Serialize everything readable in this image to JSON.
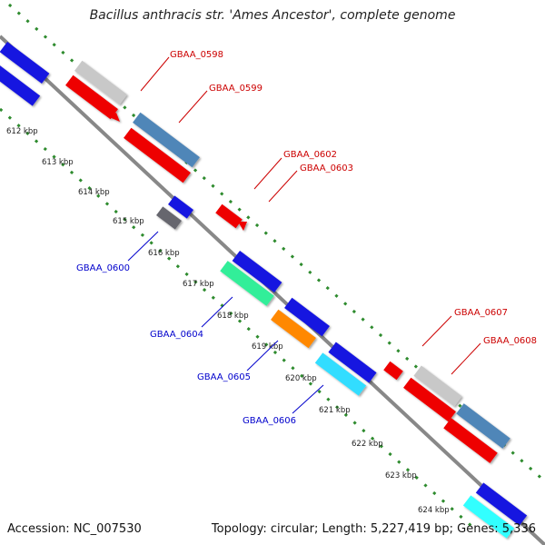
{
  "title": "Bacillus anthracis str. 'Ames Ancestor', complete genome",
  "footer": {
    "accession": "Accession: NC_007530",
    "summary": "Topology: circular; Length: 5,227,419 bp; Genes: 5,336"
  },
  "colors": {
    "backbone": "#888888",
    "tick_dots": "#2e8b2e",
    "label_red": "#cc0000",
    "label_blue": "#0000cc"
  },
  "kbp_labels": [
    "612 kbp",
    "613 kbp",
    "614 kbp",
    "615 kbp",
    "616 kbp",
    "617 kbp",
    "618 kbp",
    "619 kbp",
    "620 kbp",
    "621 kbp",
    "622 kbp",
    "623 kbp",
    "624 kbp"
  ],
  "labels_red": [
    "GBAA_0598",
    "GBAA_0599",
    "GBAA_0602",
    "GBAA_0603",
    "GBAA_0607",
    "GBAA_0608"
  ],
  "labels_blue": [
    "GBAA_0600",
    "GBAA_0604",
    "GBAA_0605",
    "GBAA_0606"
  ]
}
